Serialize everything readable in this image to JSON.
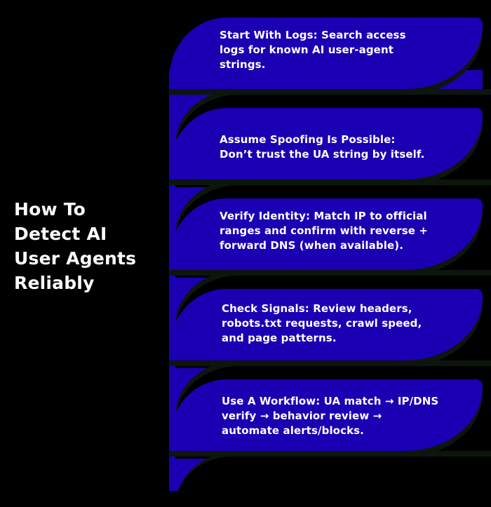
{
  "title": {
    "lines": [
      "How To",
      "Detect AI",
      "User Agents",
      "Reliably"
    ]
  },
  "colors": {
    "background": "#000000",
    "card": "#1a00b2",
    "shadow": "#0d160c",
    "text": "#ffffff"
  },
  "steps": [
    {
      "heading": "Start With Logs",
      "lines": [
        "Start With Logs: Search access",
        "logs for known AI user-agent",
        "strings."
      ]
    },
    {
      "heading": "Assume Spoofing Is Possible",
      "lines": [
        "Assume Spoofing Is Possible:",
        "Don’t trust the UA string by itself."
      ]
    },
    {
      "heading": "Verify Identity",
      "lines": [
        "Verify Identity: Match IP to official",
        "ranges and confirm with reverse +",
        "forward DNS (when available)."
      ]
    },
    {
      "heading": "Check Signals",
      "lines": [
        "Check Signals: Review headers,",
        "robots.txt requests, crawl speed,",
        "and page patterns."
      ]
    },
    {
      "heading": "Use A Workflow",
      "lines": [
        "Use A Workflow: UA match → IP/DNS",
        "verify → behavior review →",
        "automate alerts/blocks."
      ]
    }
  ]
}
